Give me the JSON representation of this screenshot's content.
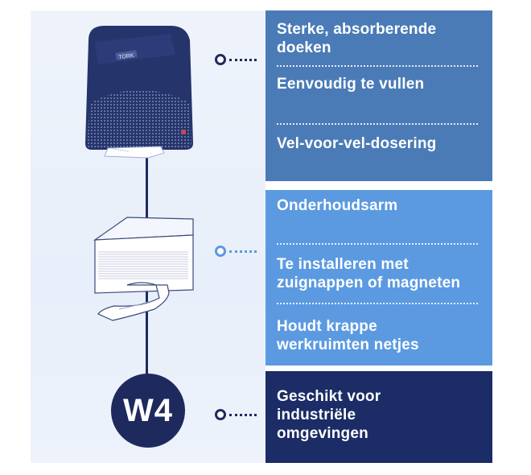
{
  "colors": {
    "box_1": "#4a7bb6",
    "box_2": "#5b9ae0",
    "box_3": "#1b2c66",
    "navy": "#1e2a5e",
    "panel": "#eef3fb"
  },
  "dispenser": {
    "brand_logo": "TORK",
    "icon": "paper-towel-dispenser-icon"
  },
  "refill_icon": "folded-towel-refill-icon",
  "badge": {
    "label": "W4"
  },
  "box_1": {
    "items": [
      {
        "line1": "Sterke, absorberende",
        "line2": "doeken"
      },
      {
        "line1": "Eenvoudig te vullen"
      },
      {
        "line1": "Vel-voor-vel-dosering"
      }
    ]
  },
  "box_2": {
    "items": [
      {
        "line1": "Onderhoudsarm"
      },
      {
        "line1": "Te installeren met",
        "line2": "zuignappen of magneten"
      },
      {
        "line1": "Houdt krappe",
        "line2": "werkruimten netjes"
      }
    ]
  },
  "box_3": {
    "items": [
      {
        "line1": "Geschikt voor",
        "line2": "industriële",
        "line3": "omgevingen"
      }
    ]
  }
}
